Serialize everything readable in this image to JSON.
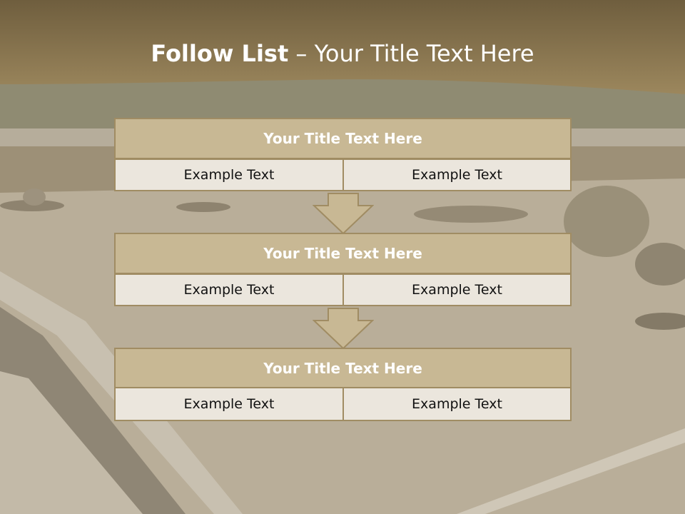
{
  "header": {
    "title_bold": "Follow List",
    "title_rest": " – Your Title Text Here"
  },
  "rows": [
    {
      "title": "Your Title Text Here",
      "left": "Example Text",
      "right": "Example Text"
    },
    {
      "title": "Your Title Text Here",
      "left": "Example Text",
      "right": "Example Text"
    },
    {
      "title": "Your Title Text Here",
      "left": "Example Text",
      "right": "Example Text"
    }
  ],
  "colors": {
    "header_band": "#8a7650",
    "title_fill": "#c8b894",
    "cell_fill": "#ebe6dd",
    "border": "#a08c63"
  }
}
